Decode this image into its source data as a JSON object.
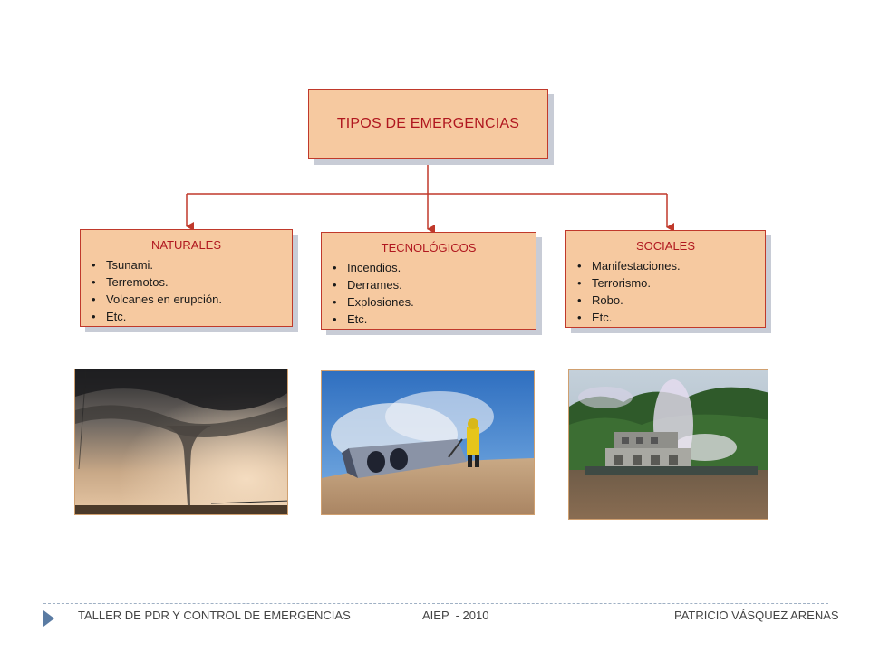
{
  "diagram": {
    "title": "TIPOS DE EMERGENCIAS",
    "categories": [
      {
        "title": "NATURALES",
        "items": [
          "Tsunami.",
          "Terremotos.",
          "Volcanes en erupción.",
          "Etc."
        ],
        "photo": "tornado-photo"
      },
      {
        "title": "TECNOLÓGICOS",
        "items": [
          "Incendios.",
          "Derrames.",
          "Explosiones.",
          "Etc."
        ],
        "photo": "overturned-tanker-photo"
      },
      {
        "title": "SOCIALES",
        "items": [
          "Manifestaciones.",
          "Terrorismo.",
          "Robo.",
          "Etc."
        ],
        "photo": "burning-riverboat-photo"
      }
    ]
  },
  "footer": {
    "left": "TALLER DE PDR Y CONTROL DE EMERGENCIAS",
    "center": "AIEP  - 2010",
    "right": "PATRICIO VÁSQUEZ ARENAS"
  },
  "colors": {
    "box_fill": "#f6c9a0",
    "box_border": "#c0392b",
    "connector": "#c0392b",
    "title_text": "#b0171f"
  }
}
